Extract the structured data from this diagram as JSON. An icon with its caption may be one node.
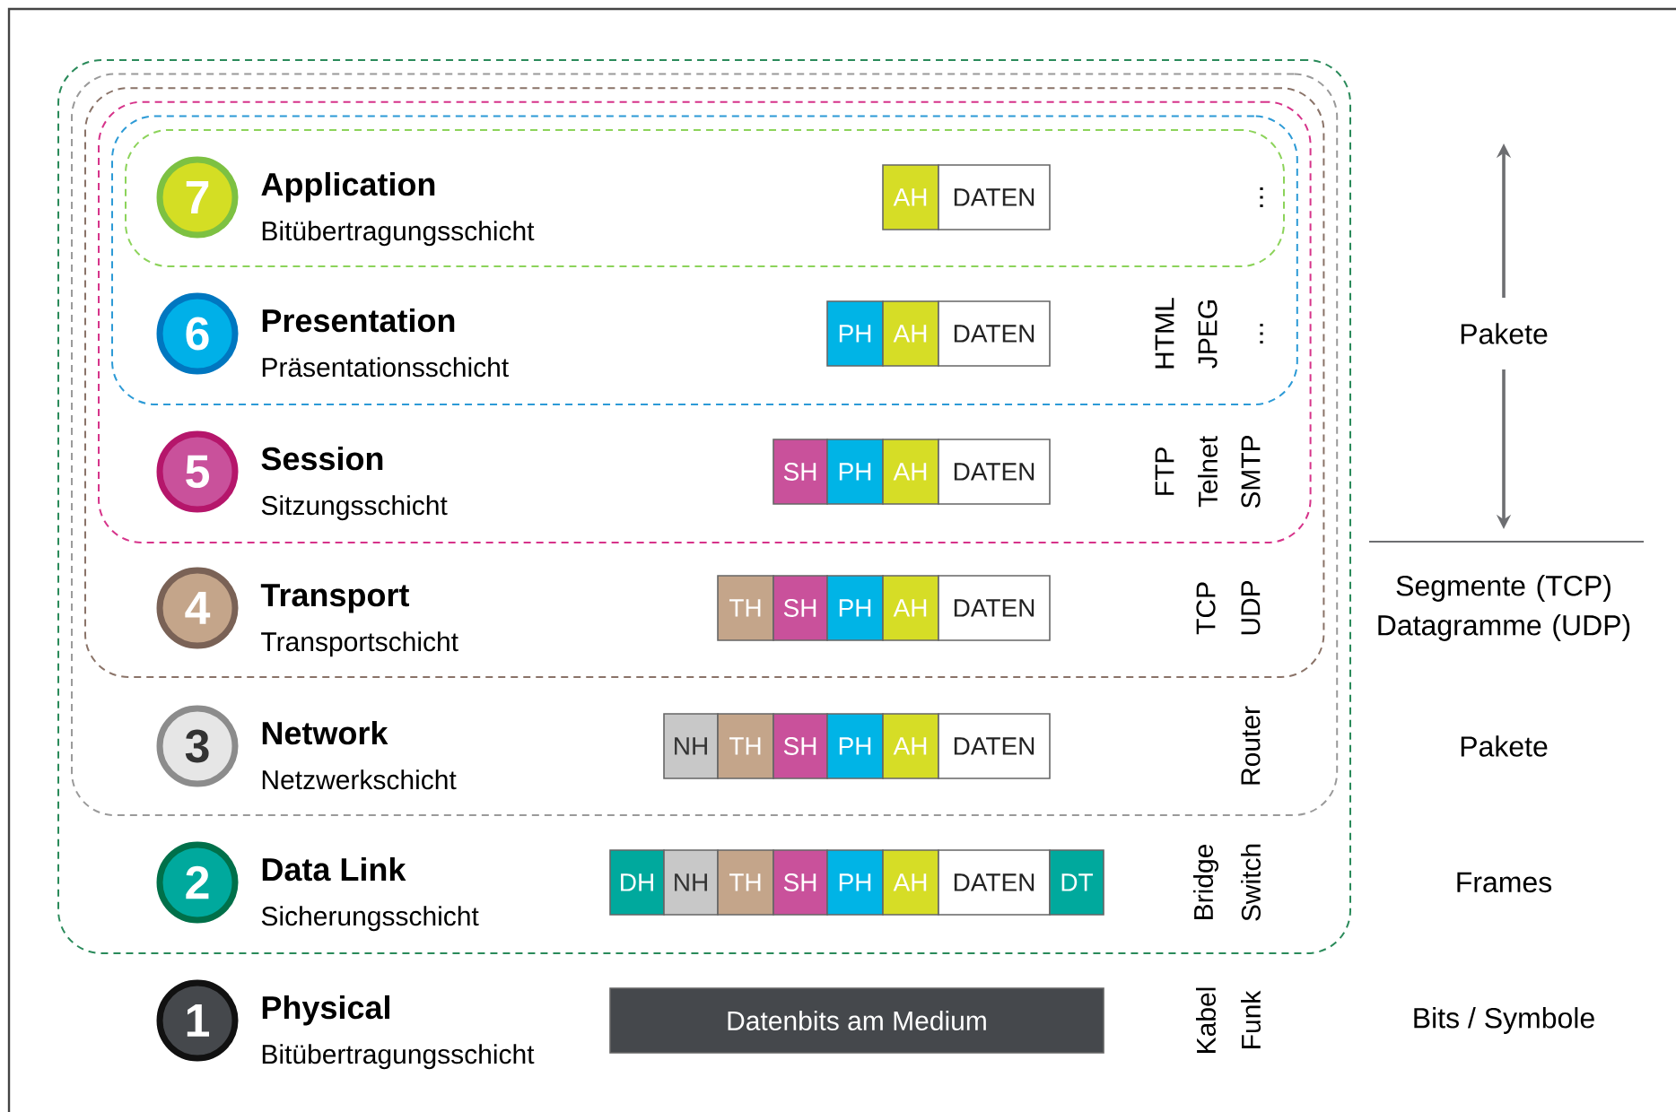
{
  "diagram": {
    "nodes": [
      {
        "text": [
          "Data Link",
          "Sicherungsschicht"
        ]
      },
      {
        "text": [
          "Network",
          "Netzwerkschicht"
        ],
        "in": 0
      },
      {
        "text": [
          "Transport",
          "Transportschicht"
        ],
        "in": 1
      },
      {
        "text": [
          "Session",
          "Sitzungsschicht"
        ],
        "in": 2
      },
      {
        "text": [
          "Presentation",
          "Präsentationsschicht"
        ],
        "in": 3
      },
      {
        "text": [
          "Application",
          "Bitübertragungsschicht"
        ],
        "in": 4
      },
      {
        "text": [
          "7"
        ],
        "in": 5
      },
      {
        "text": [
          "6"
        ],
        "in": 4
      },
      {
        "text": [
          "5"
        ],
        "in": 3
      },
      {
        "text": [
          "4"
        ],
        "in": 2
      },
      {
        "text": [
          "3"
        ],
        "in": 1
      },
      {
        "text": [
          "2"
        ],
        "in": 0
      },
      {
        "text": [
          "1"
        ]
      },
      {
        "text": [
          "AH"
        ],
        "in": 5
      },
      {
        "text": [
          "DATEN"
        ],
        "in": 5
      },
      {
        "text": [
          "PH"
        ],
        "in": 4
      },
      {
        "text": [
          "AH"
        ],
        "in": 4
      },
      {
        "text": [
          "DATEN"
        ],
        "in": 4
      },
      {
        "text": [
          "SH"
        ],
        "in": 3
      },
      {
        "text": [
          "PH"
        ],
        "in": 3
      },
      {
        "text": [
          "AH"
        ],
        "in": 3
      },
      {
        "text": [
          "DATEN"
        ],
        "in": 3
      },
      {
        "text": [
          "TH"
        ],
        "in": 2
      },
      {
        "text": [
          "SH"
        ],
        "in": 2
      },
      {
        "text": [
          "PH"
        ],
        "in": 2
      },
      {
        "text": [
          "AH"
        ],
        "in": 2
      },
      {
        "text": [
          "DATEN"
        ],
        "in": 2
      },
      {
        "text": [
          "NH"
        ],
        "in": 1
      },
      {
        "text": [
          "TH"
        ],
        "in": 1
      },
      {
        "text": [
          "SH"
        ],
        "in": 1
      },
      {
        "text": [
          "PH"
        ],
        "in": 1
      },
      {
        "text": [
          "AH"
        ],
        "in": 1
      },
      {
        "text": [
          "DATEN"
        ],
        "in": 1
      },
      {
        "text": [
          "DH"
        ],
        "in": 0
      },
      {
        "text": [
          "NH"
        ],
        "in": 0
      },
      {
        "text": [
          "TH"
        ],
        "in": 0
      },
      {
        "text": [
          "SH"
        ],
        "in": 0
      },
      {
        "text": [
          "PH"
        ],
        "in": 0
      },
      {
        "text": [
          "AH"
        ],
        "in": 0
      },
      {
        "text": [
          "DATEN"
        ],
        "in": 0
      },
      {
        "text": [
          "DT"
        ],
        "in": 0
      },
      {
        "text": [
          "Datenbits am Medium"
        ]
      }
    ],
    "labels": [
      "…",
      "Pakete",
      "HTML",
      "JPEG",
      "…",
      "FTP",
      "Telnet",
      "SMTP",
      "TCP",
      "UDP",
      "Segmente (TCP) Datagramme (UDP)",
      "Router",
      "Pakete",
      "Bridge",
      "Switch",
      "Frames",
      "Physical",
      "Bitübertragungsschicht",
      "Kabel",
      "Funk",
      "Bits / Symbole"
    ]
  }
}
